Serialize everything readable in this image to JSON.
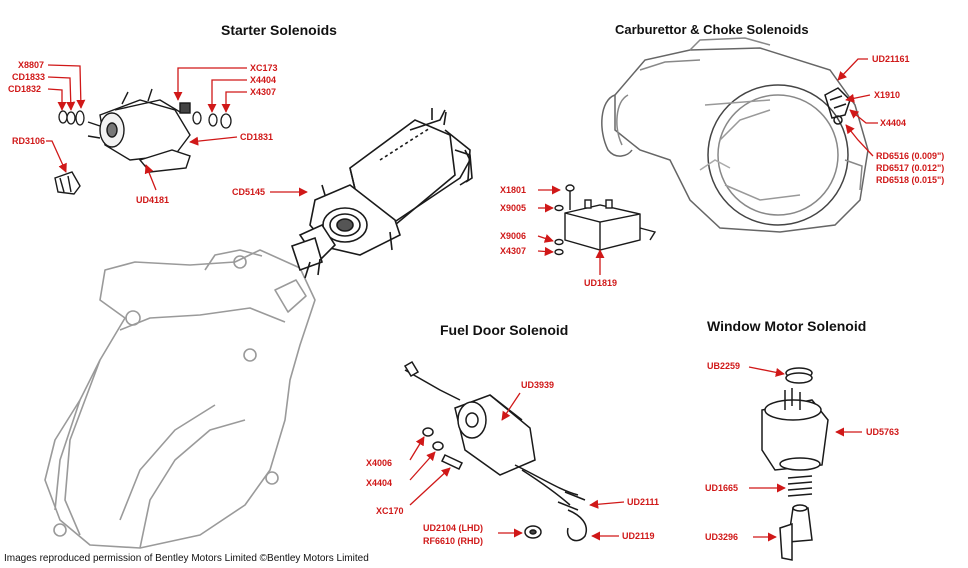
{
  "sections": {
    "starter": "Starter Solenoids",
    "carb": "Carburettor & Choke Solenoids",
    "fuel_door": "Fuel Door Solenoid",
    "window_motor": "Window Motor Solenoid"
  },
  "parts": {
    "x8807": "X8807",
    "cd1833": "CD1833",
    "cd1832": "CD1832",
    "xc173": "XC173",
    "x4404_a": "X4404",
    "x4307_a": "X4307",
    "cd1831": "CD1831",
    "rd3106": "RD3106",
    "ud4181": "UD4181",
    "cd5145": "CD5145",
    "ud21161": "UD21161",
    "x1910": "X1910",
    "x4404_b": "X4404",
    "rd6516": "RD6516 (0.009\")",
    "rd6517": "RD6517 (0.012\")",
    "rd6518": "RD6518 (0.015\")",
    "x1801": "X1801",
    "x9005": "X9005",
    "x9006": "X9006",
    "x4307_b": "X4307",
    "ud1819": "UD1819",
    "ud3939": "UD3939",
    "x4006": "X4006",
    "x4404_c": "X4404",
    "xc170": "XC170",
    "ud2111": "UD2111",
    "ud2104": "UD2104 (LHD)",
    "rf6610": "RF6610 (RHD)",
    "ud2119": "UD2119",
    "ub2259": "UB2259",
    "ud5763": "UD5763",
    "ud1665": "UD1665",
    "ud3296": "UD3296"
  },
  "credit": "Images reproduced permission of Bentley Motors Limited ©Bentley Motors Limited",
  "colors": {
    "label": "#d01818",
    "line_art": "#1a1a1a",
    "faded_art": "#9a9a9a"
  }
}
